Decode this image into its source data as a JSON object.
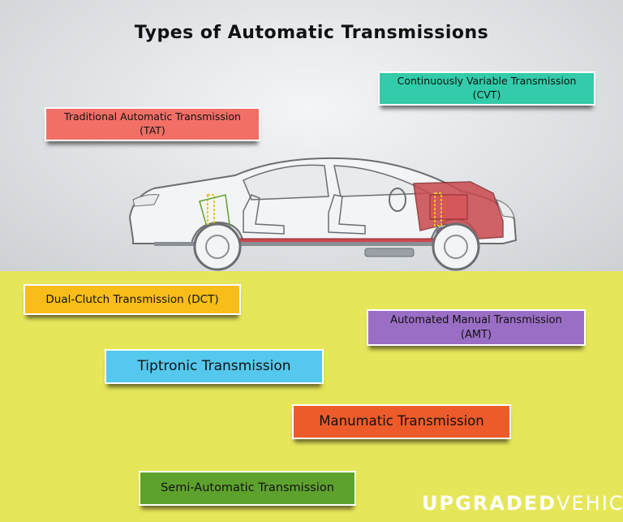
{
  "title": "Types of Automatic Transmissions",
  "boxes": {
    "tat": {
      "line1": "Traditional Automatic Transmission",
      "line2": "(TAT)",
      "color": "#f26f66"
    },
    "cvt": {
      "line1": "Continuously Variable Transmission",
      "line2": "(CVT)",
      "color": "#33cba9"
    },
    "dct": {
      "label": "Dual-Clutch Transmission (DCT)",
      "color": "#f9bd1a"
    },
    "amt": {
      "line1": "Automated Manual Transmission",
      "line2": "(AMT)",
      "color": "#9a6ec4"
    },
    "tiptronic": {
      "label": "Tiptronic Transmission",
      "color": "#55c8ee"
    },
    "manumatic": {
      "label": "Manumatic Transmission",
      "color": "#ee5b2a"
    },
    "semi": {
      "label": "Semi-Automatic Transmission",
      "color": "#5ea22e"
    }
  },
  "brand": {
    "part1": "UPGRADED",
    "part2": "VEHICLE"
  },
  "colors": {
    "background_top": "#dfe2e5",
    "background_bottom": "#e6e65a"
  },
  "illustration": "car-cutaway-drivetrain"
}
